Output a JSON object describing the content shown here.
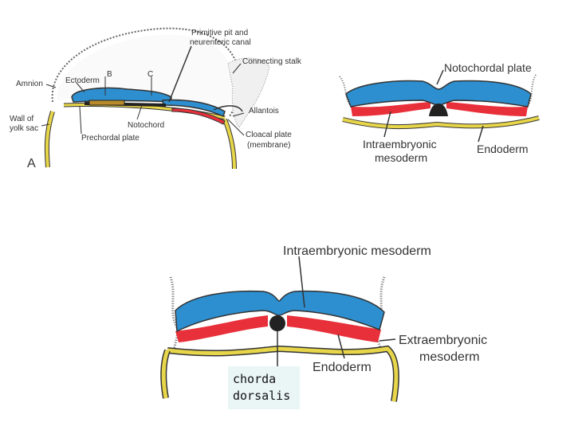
{
  "colors": {
    "ectoderm": "#2d8fd0",
    "mesoderm": "#e8303a",
    "endoderm": "#e8d64a",
    "outline": "#333333",
    "caption_bg": "#eaf5f6"
  },
  "panel_a": {
    "panel_letter": "A",
    "labels": {
      "primitive_pit": "Primitive pit and",
      "neurenteric": "neurenteric canal",
      "connecting_stalk": "Connecting stalk",
      "amnion": "Amnion",
      "ectoderm": "Ectoderm",
      "b": "B",
      "c": "C",
      "allantois": "Allantois",
      "wall_of": "Wall of",
      "yolk_sac": "yolk sac",
      "notochord": "Notochord",
      "cloacal_plate": "Cloacal plate",
      "membrane": "(membrane)",
      "prechordal_plate": "Prechordal plate"
    }
  },
  "panel_b": {
    "labels": {
      "notochordal_plate": "Notochordal plate",
      "intraembryonic": "Intraembryonic",
      "mesoderm": "mesoderm",
      "endoderm": "Endoderm"
    }
  },
  "panel_c": {
    "labels": {
      "intraembryonic_mesoderm": "Intraembryonic mesoderm",
      "extraembryonic": "Extraembryonic",
      "mesoderm": "mesoderm",
      "endoderm": "Endoderm"
    },
    "caption_line1": "chorda",
    "caption_line2": "dorsalis"
  }
}
